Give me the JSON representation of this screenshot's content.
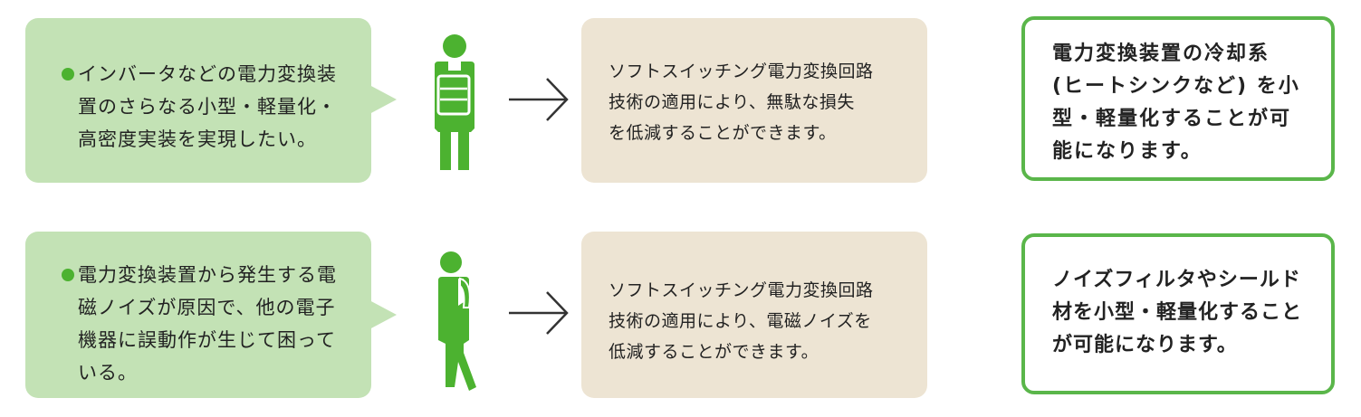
{
  "colors": {
    "problem_bg": "#c3e2b5",
    "solution_bg": "#ede4d3",
    "accent_green": "#5ab64a",
    "figure_green": "#4cb230"
  },
  "rows": [
    {
      "problem": {
        "bullet": "●",
        "lines": [
          "インバータなどの電力変換装",
          "置のさらなる小型・軽量化・",
          "高密度実装を実現したい。"
        ]
      },
      "figure_icon": "person-holding-document-icon",
      "arrow_icon": "chevron-right-arrow-icon",
      "solution": {
        "lines": [
          "ソフトスイッチング電力変換回路",
          "技術の適用により、無駄な損失",
          "を低減することができます。"
        ]
      },
      "result": {
        "lines": [
          "電力変換装置の冷却系",
          "(ヒートシンクなど) を小",
          "型・軽量化することが可",
          "能になります。"
        ]
      }
    },
    {
      "problem": {
        "bullet": "●",
        "lines": [
          "電力変換装置から発生する電",
          "磁ノイズが原因で、他の電子",
          "機器に誤動作が生じて困って",
          "いる。"
        ]
      },
      "figure_icon": "person-thinking-icon",
      "arrow_icon": "chevron-right-arrow-icon",
      "solution": {
        "lines": [
          "ソフトスイッチング電力変換回路",
          "技術の適用により、電磁ノイズを",
          "低減することができます。"
        ]
      },
      "result": {
        "lines": [
          "ノイズフィルタやシールド",
          "材を小型・軽量化すること",
          "が可能になります。"
        ]
      }
    }
  ]
}
